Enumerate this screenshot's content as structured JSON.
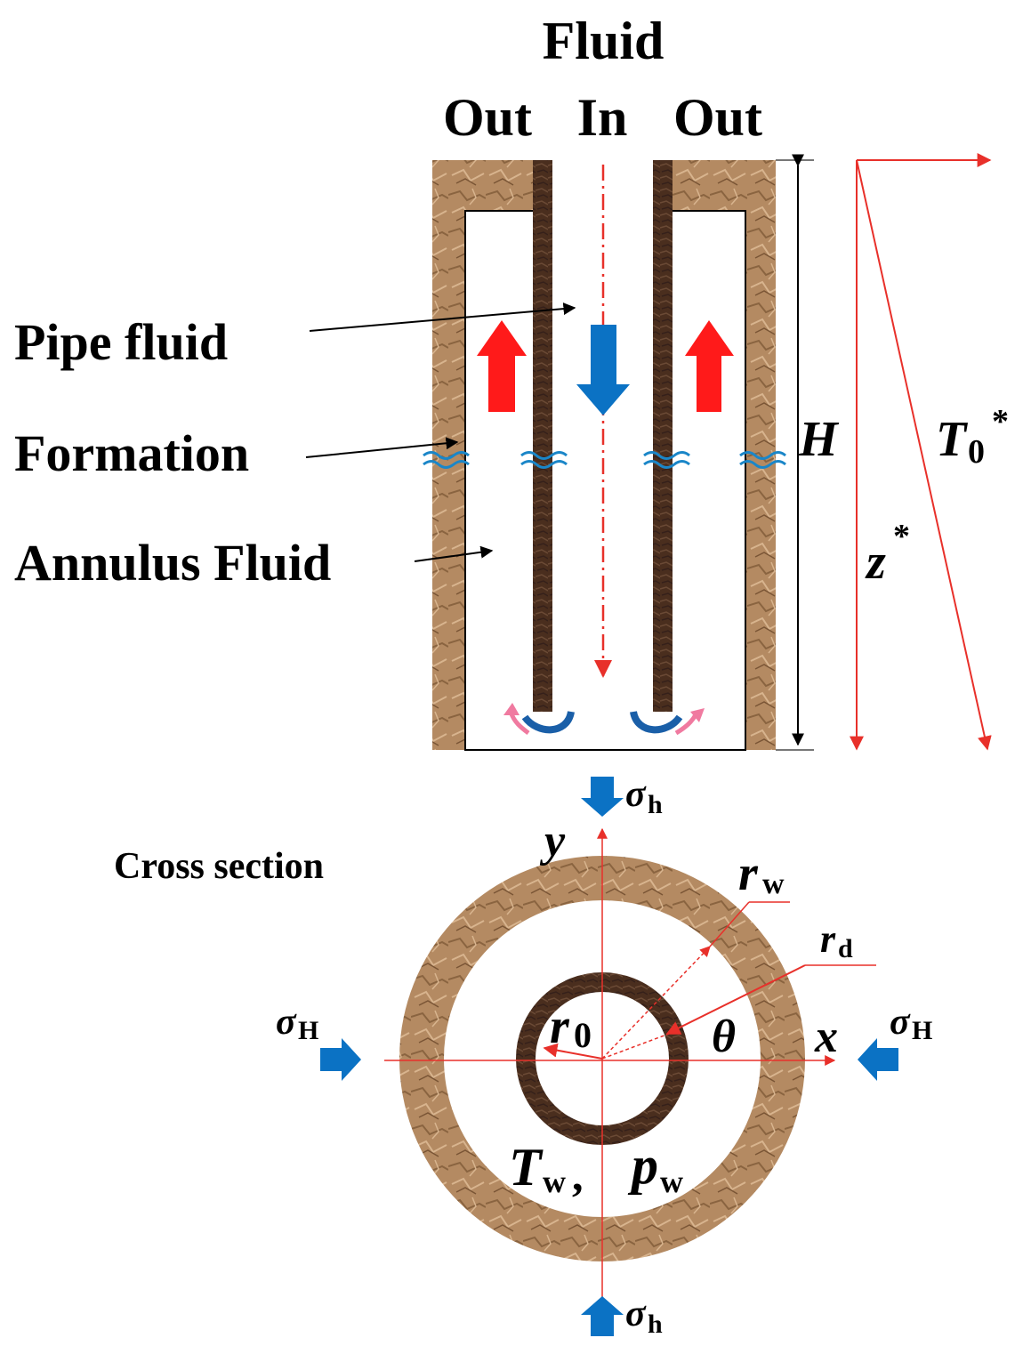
{
  "header": {
    "title": "Fluid",
    "left_out": "Out",
    "center_in": "In",
    "right_out": "Out"
  },
  "labels": {
    "pipe_fluid": "Pipe fluid",
    "formation": "Formation",
    "annulus_fluid": "Annulus Fluid",
    "cross_section": "Cross section"
  },
  "symbols": {
    "depth": "H",
    "t0_base": "T",
    "t0_sub": "0",
    "t0_sup": "*",
    "z_base": "z",
    "z_sup": "*",
    "sigma": "σ",
    "sub_h": "h",
    "sub_H": "H",
    "y_axis": "y",
    "x_axis": "x",
    "theta": "θ",
    "r": "r",
    "sub_w": "w",
    "sub_d": "d",
    "sub_0": "0",
    "tw_base": "T",
    "comma": ",",
    "pw_base": "p"
  },
  "colors": {
    "formation": "#b48a62",
    "formation_dark": "#8a6440",
    "pipe": "#4a2e1e",
    "guide_red": "#e8302a",
    "flow_red": "#ff1a1a",
    "flow_blue": "#0b72c4",
    "ink": "#000000"
  }
}
